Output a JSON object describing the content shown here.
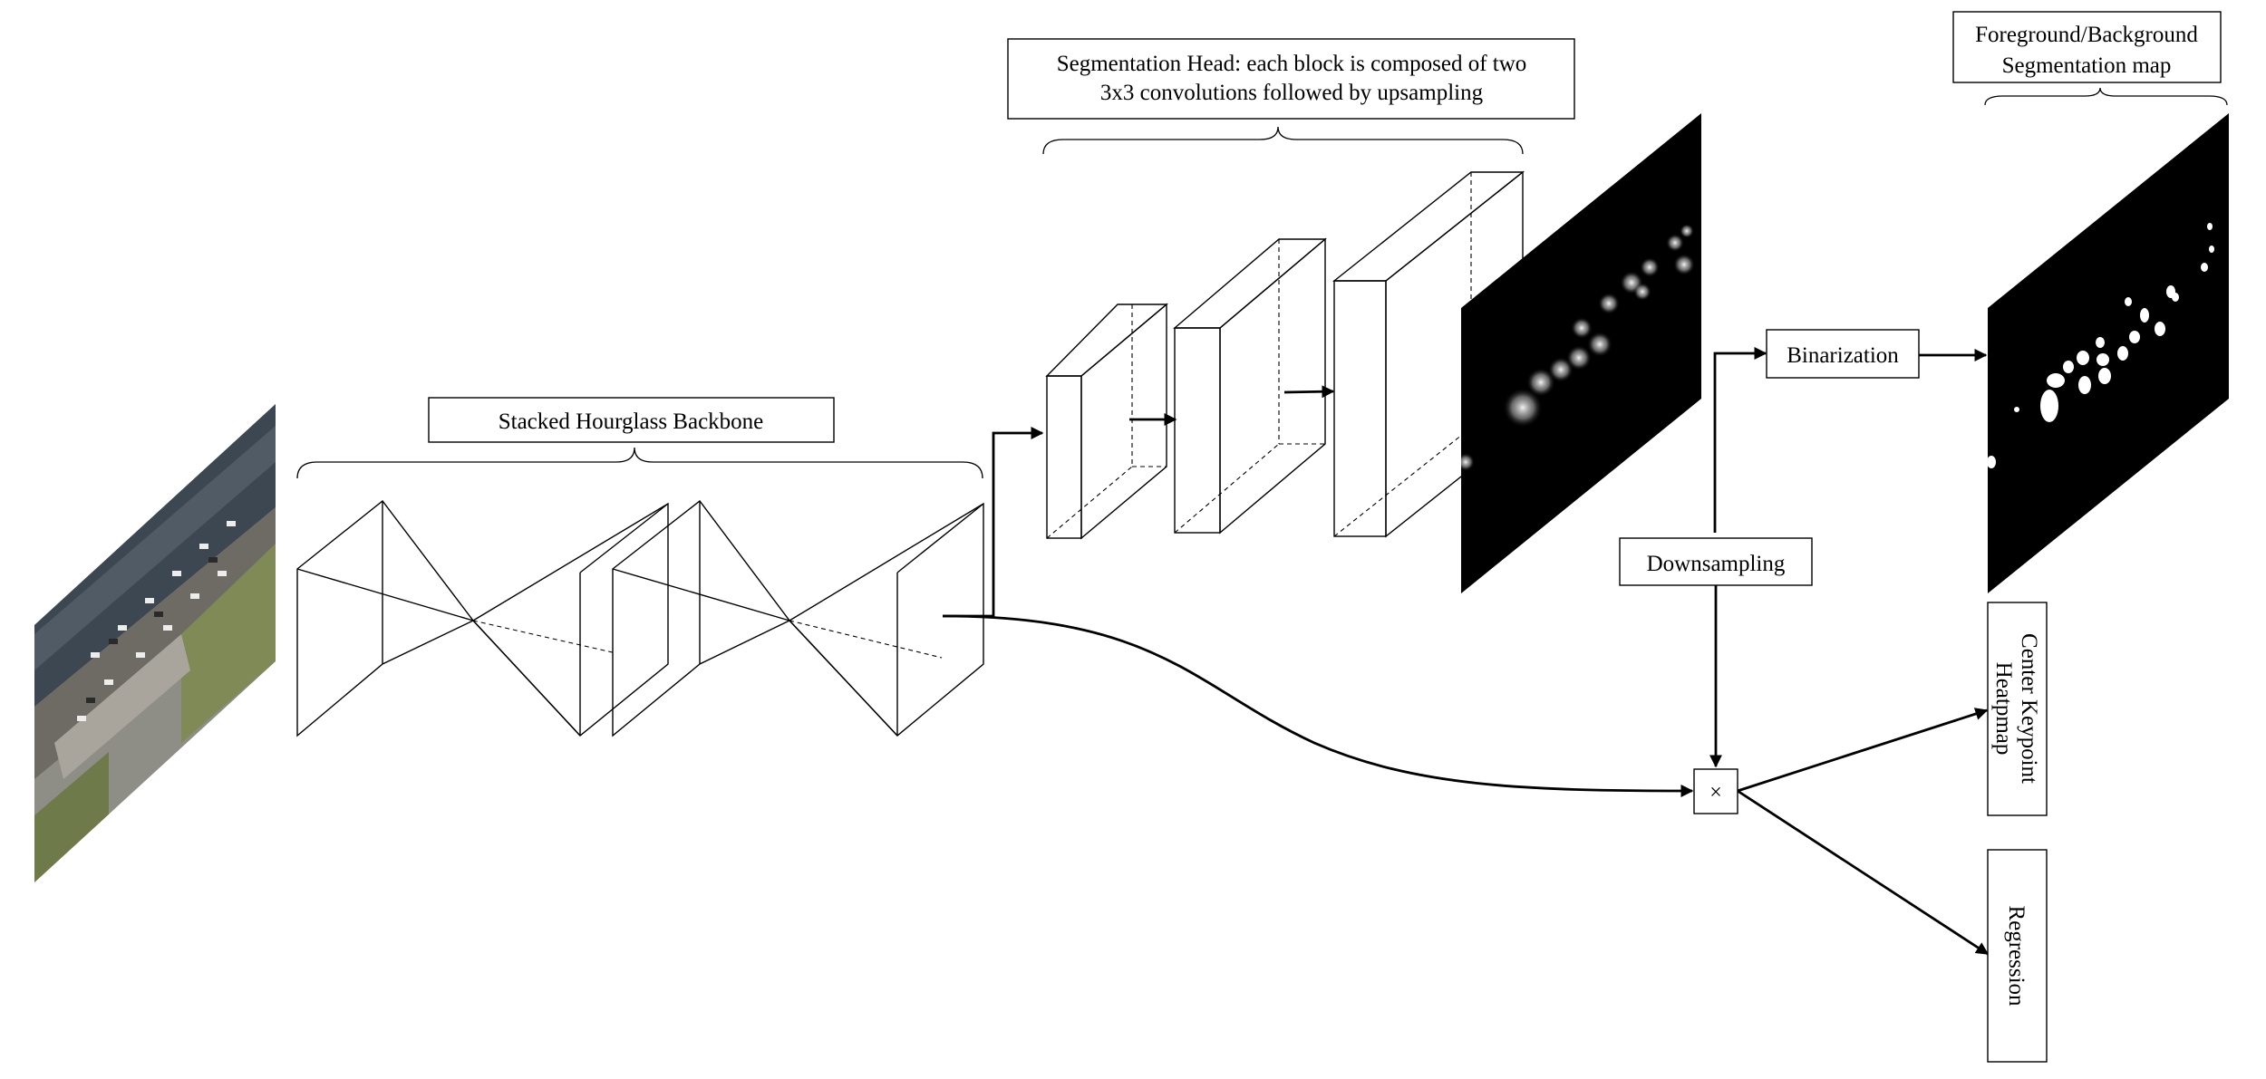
{
  "labels": {
    "backbone": "Stacked Hourglass Backbone",
    "seg_head_line1": "Segmentation Head: each block is composed of two",
    "seg_head_line2": "3x3 convolutions followed by upsampling",
    "fg_bg_line1": "Foreground/Background",
    "fg_bg_line2": "Segmentation map",
    "binarization": "Binarization",
    "downsampling": "Downsampling",
    "multiply": "×",
    "center_line1": "Center Keypoint",
    "center_line2": "Heatpmap",
    "regression": "Regression"
  },
  "colors": {
    "stroke": "#000000",
    "background": "#ffffff",
    "map_fill": "#000000",
    "blob": "#ffffff"
  },
  "icons": {
    "input_image": "aerial-traffic-photo",
    "probability_map": "grayscale-segmentation-map",
    "binary_map": "binary-segmentation-map"
  }
}
